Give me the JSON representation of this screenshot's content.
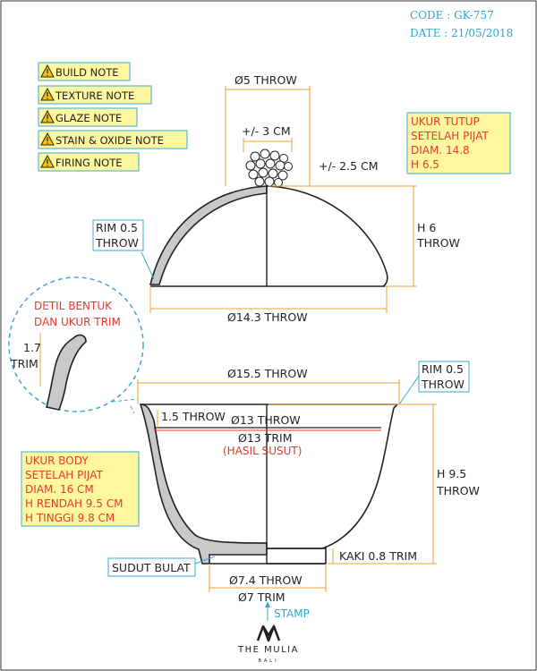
{
  "header": {
    "code": "CODE : GK-757",
    "date": "DATE : 21/05/2018"
  },
  "notes": [
    {
      "label": "BUILD NOTE"
    },
    {
      "label": "TEXTURE NOTE"
    },
    {
      "label": "GLAZE NOTE"
    },
    {
      "label": "STAIN & OXIDE NOTE"
    },
    {
      "label": "FIRING NOTE"
    }
  ],
  "lid": {
    "knob_width": "Ø5 THROW",
    "knob_diameter": "+/- 3 CM",
    "knob_height": "+/- 2.5 CM",
    "height_line1": "H 6",
    "height_line2": "THROW",
    "rim_line1": "RIM 0.5",
    "rim_line2": "THROW",
    "diameter": "Ø14.3 THROW",
    "spec_box": [
      "UKUR TUTUP",
      "SETELAH PIJAT",
      "DIAM. 14.8",
      "H 6.5"
    ]
  },
  "detail": {
    "title_line1": "DETIL BENTUK",
    "title_line2": "DAN UKUR TRIM",
    "trim_line1": "1.7",
    "trim_line2": "TRIM"
  },
  "body": {
    "top_diameter": "Ø15.5 THROW",
    "rim_line1": "RIM 0.5",
    "rim_line2": "THROW",
    "wall": "1.5 THROW",
    "inner_throw": "Ø13 THROW",
    "inner_trim": "Ø13 TRIM",
    "shrink": "(HASIL SUSUT)",
    "height_line1": "H 9.5",
    "height_line2": "THROW",
    "spec_box": [
      "UKUR BODY",
      "SETELAH PIJAT",
      "DIAM. 16 CM",
      "H RENDAH 9.5 CM",
      "H TINGGI 9.8 CM"
    ],
    "foot": "KAKI 0.8 TRIM",
    "rounded_corner": "SUDUT BULAT",
    "base_throw": "Ø7.4 THROW",
    "base_trim": "Ø7 TRIM",
    "stamp": "STAMP"
  },
  "brand": {
    "name": "THE MULIA",
    "sub": "BALI"
  }
}
